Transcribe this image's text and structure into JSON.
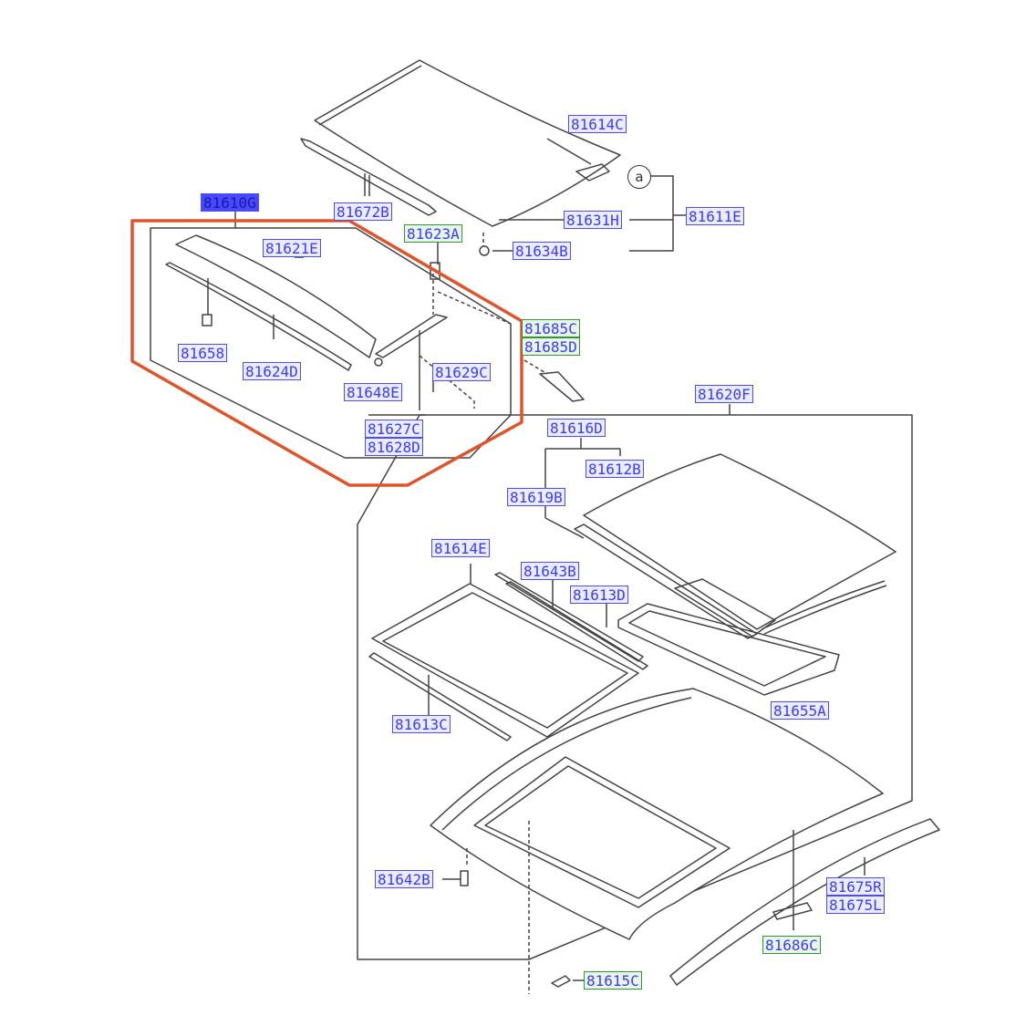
{
  "labels": {
    "l81614C": "81614C",
    "l81611E": "81611E",
    "l81631H": "81631H",
    "l81634B": "81634B",
    "l81672B": "81672B",
    "l81610G": "81610G",
    "l81623A": "81623A",
    "l81621E": "81621E",
    "l81658": "81658",
    "l81624D": "81624D",
    "l81648E": "81648E",
    "l81629C": "81629C",
    "l81627C": "81627C",
    "l81628D": "81628D",
    "l81685C": "81685C",
    "l81685D": "81685D",
    "l81620F": "81620F",
    "l81616D": "81616D",
    "l81612B": "81612B",
    "l81619B": "81619B",
    "l81614E": "81614E",
    "l81643B": "81643B",
    "l81613D": "81613D",
    "l81655A": "81655A",
    "l81613C": "81613C",
    "l81642B": "81642B",
    "l81675R": "81675R",
    "l81675L": "81675L",
    "l81686C": "81686C",
    "l81615C": "81615C"
  },
  "annotation": "a",
  "colors": {
    "label_border_blue": "#4b4bff",
    "label_border_green": "#2f9a2f",
    "highlight_outline": "#e0542c",
    "line": "#444444"
  }
}
